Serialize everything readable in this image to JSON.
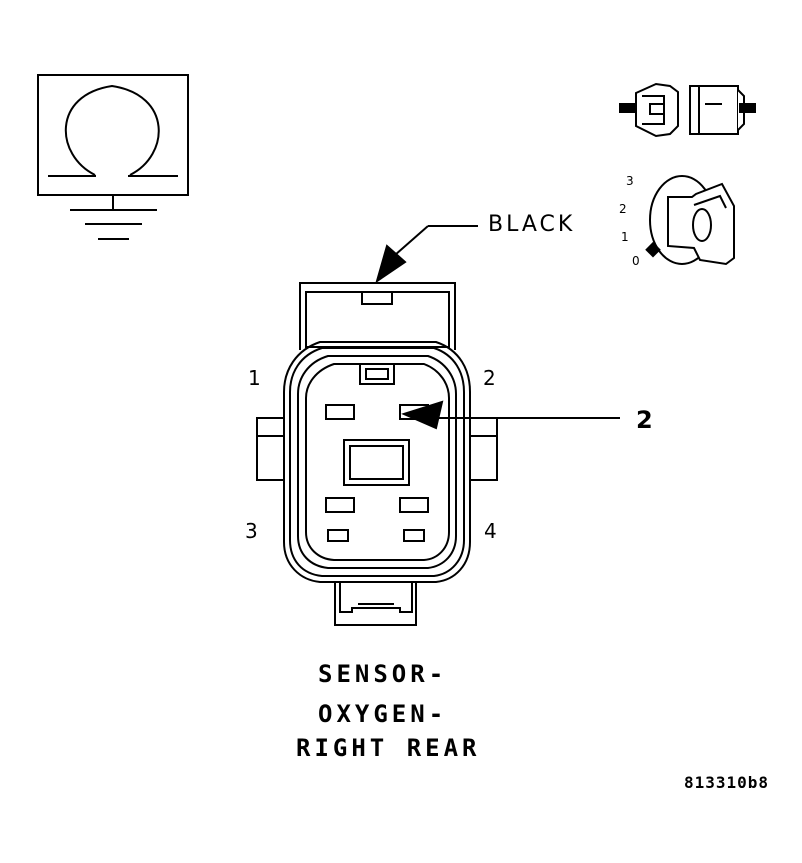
{
  "connector": {
    "wire_color_label": "BLACK",
    "callout_number": "2",
    "pins": [
      "1",
      "2",
      "3",
      "4"
    ]
  },
  "ignition_key_positions": [
    "3",
    "2",
    "1",
    "0"
  ],
  "title": {
    "line1": "SENSOR-",
    "line2": "OXYGEN-",
    "line3": "RIGHT REAR"
  },
  "figure_id": "813310b8",
  "icons": {
    "ohmmeter": "ohm-symbol-icon",
    "ground": "ground-icon",
    "connector_disconnect": "connector-disconnected-icon",
    "ignition_switch": "ignition-key-icon"
  }
}
